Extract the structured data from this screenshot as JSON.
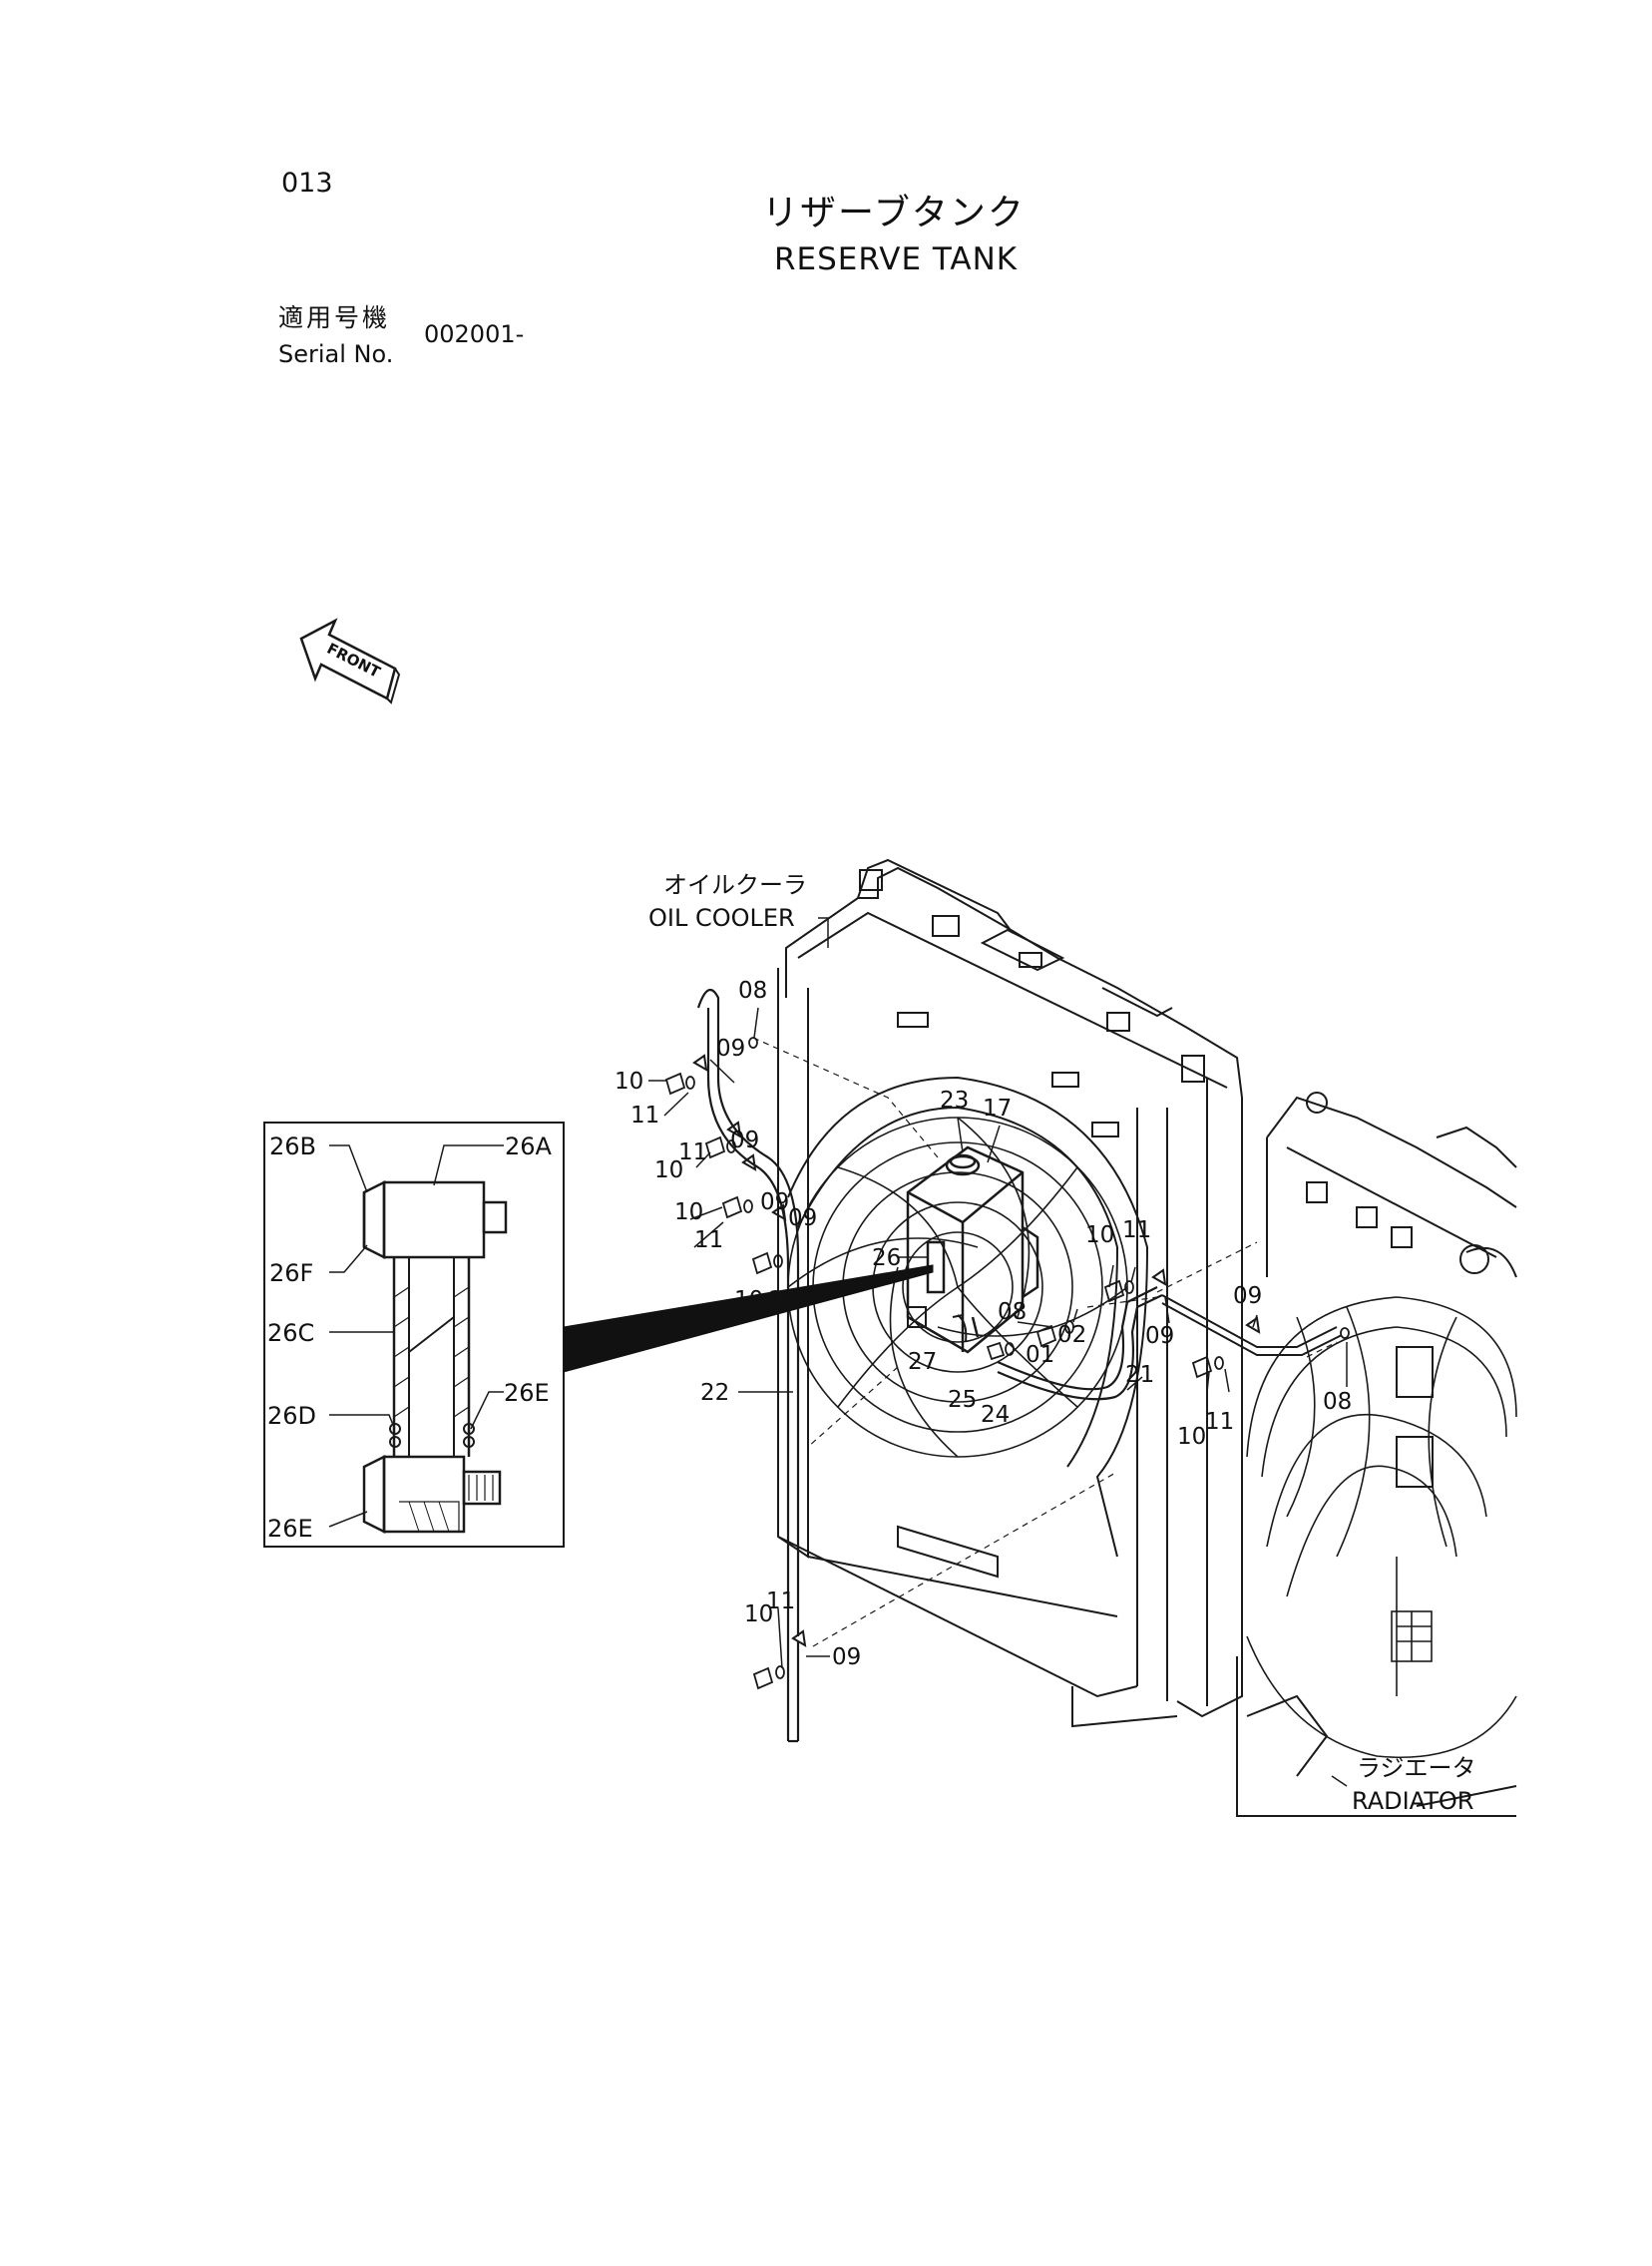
{
  "header": {
    "page_number": "013",
    "title_jp": "リザーブタンク",
    "title_en": "RESERVE TANK",
    "serial_label_jp": "適用号機",
    "serial_label_en": "Serial No.",
    "serial_value": "002001-"
  },
  "front_arrow": {
    "label": "FRONT"
  },
  "components": {
    "oil_cooler_jp": "オイルクーラ",
    "oil_cooler_en": "OIL COOLER",
    "radiator_jp": "ラジエータ",
    "radiator_en": "RADIATOR"
  },
  "detail_callouts": [
    "26B",
    "26A",
    "26F",
    "26C",
    "26D",
    "26E",
    "26E"
  ],
  "part_callouts": [
    "08",
    "09",
    "10",
    "11",
    "09",
    "11",
    "10",
    "09",
    "09",
    "10",
    "11",
    "10",
    "11",
    "23",
    "17",
    "26",
    "27",
    "25",
    "24",
    "08",
    "01",
    "02",
    "10",
    "11",
    "09",
    "09",
    "21",
    "22",
    "10",
    "11",
    "08",
    "10",
    "11",
    "09"
  ]
}
